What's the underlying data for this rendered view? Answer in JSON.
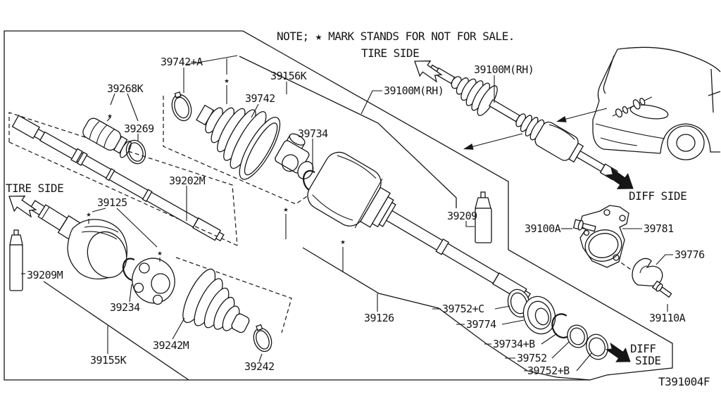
{
  "diagram": {
    "note": "NOTE; ★ MARK STANDS FOR NOT FOR SALE.",
    "id": "T391004F",
    "star_mark": "★",
    "sides": {
      "tire_top": "TIRE SIDE",
      "tire_left": "TIRE SIDE",
      "diff_right": "DIFF SIDE",
      "diff_bottom_1": "DIFF",
      "diff_bottom_2": "SIDE"
    },
    "labels": {
      "p39742a": "39742+A",
      "p39268k": "39268K",
      "p39269": "39269",
      "p39156k": "39156K",
      "p39742": "39742",
      "p39734": "39734",
      "p39100m_top": "39100M(RH)",
      "p39100m_mid": "39100M(RH)",
      "p39202m": "39202M",
      "p39125": "39125",
      "p39209m": "39209M",
      "p39234": "39234",
      "p39155k": "39155K",
      "p39242m": "39242M",
      "p39242": "39242",
      "p39126": "39126",
      "p39209": "39209",
      "p39752c": "39752+C",
      "p39774": "39774",
      "p39734b": "39734+B",
      "p39752": "39752",
      "p39752b": "39752+B",
      "p39100a": "39100A",
      "p39781": "39781",
      "p39776": "39776",
      "p39110a": "39110A"
    },
    "colors": {
      "ink": "#161616",
      "paper": "#ffffff"
    }
  }
}
